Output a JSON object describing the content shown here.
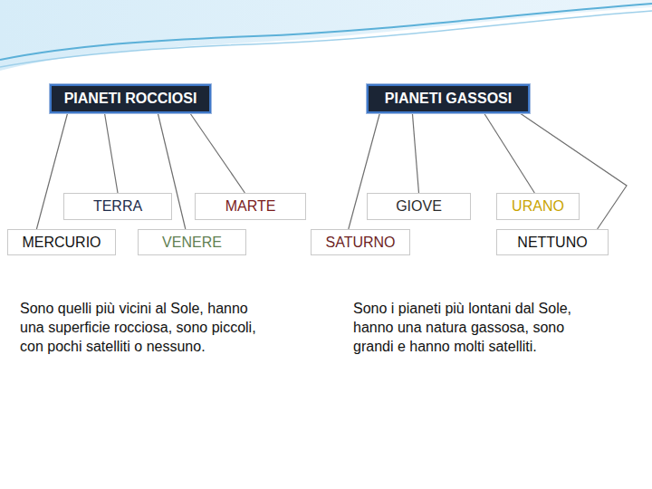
{
  "diagram": {
    "nodes": [
      {
        "text": [
          "PIANETI ROCCIOSI"
        ]
      },
      {
        "text": [
          "PIANETI GASSOSI"
        ]
      },
      {
        "text": [
          "TERRA"
        ]
      },
      {
        "text": [
          "MARTE"
        ]
      },
      {
        "text": [
          "GIOVE"
        ]
      },
      {
        "text": [
          "URANO"
        ]
      },
      {
        "text": [
          "MERCURIO"
        ]
      },
      {
        "text": [
          "VENERE"
        ]
      },
      {
        "text": [
          "SATURNO"
        ]
      },
      {
        "text": [
          "NETTUNO"
        ]
      }
    ],
    "edges": [
      {
        "from": 0,
        "to": 6,
        "arrow": "none"
      },
      {
        "from": 0,
        "to": 2,
        "arrow": "none"
      },
      {
        "from": 0,
        "to": 7,
        "arrow": "none"
      },
      {
        "from": 0,
        "to": 3,
        "arrow": "none"
      },
      {
        "from": 1,
        "to": 8,
        "arrow": "none"
      },
      {
        "from": 1,
        "to": 4,
        "arrow": "none"
      },
      {
        "from": 1,
        "to": 5,
        "arrow": "none"
      },
      {
        "from": 1,
        "to": 9,
        "arrow": "none"
      }
    ],
    "labels": [
      "Sono quelli più vicini al Sole, hanno una superficie rocciosa, sono piccoli, con pochi satelliti o nessuno.",
      "Sono i pianeti più lontani dal Sole, hanno una natura gassosa, sono grandi e hanno molti satelliti."
    ]
  }
}
